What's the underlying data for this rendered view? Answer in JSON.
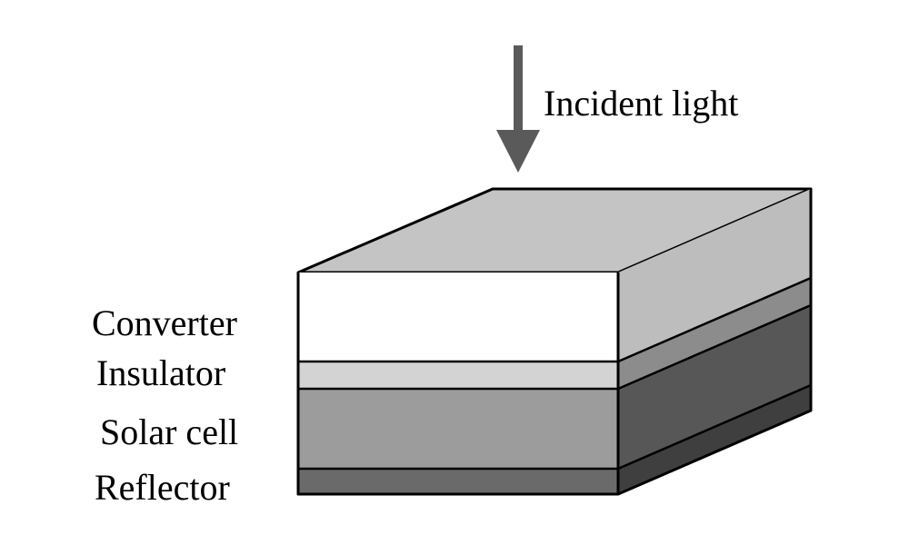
{
  "incident_label": "Incident light",
  "layers": [
    {
      "id": "converter",
      "label": "Converter",
      "front_color": "#ffffff",
      "side_color": "#bdbdbd"
    },
    {
      "id": "insulator",
      "label": "Insulator",
      "front_color": "#d3d3d3",
      "side_color": "#8c8c8c"
    },
    {
      "id": "solar-cell",
      "label": "Solar cell",
      "front_color": "#9c9c9c",
      "side_color": "#575757"
    },
    {
      "id": "reflector",
      "label": "Reflector",
      "front_color": "#6a6a6a",
      "side_color": "#3f3f3f"
    }
  ],
  "colors": {
    "top_face": "#c4c4c4",
    "arrow": "#5a5a5a",
    "outline": "#000000"
  }
}
